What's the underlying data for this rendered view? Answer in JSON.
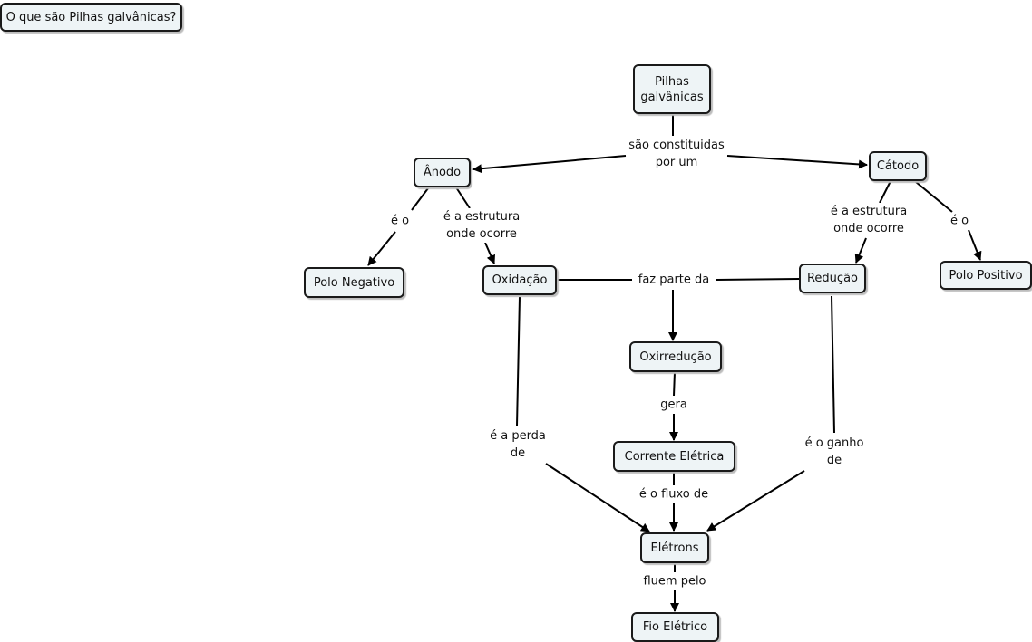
{
  "map_title": "O que são Pilhas galvânicas?",
  "concepts": {
    "pilhas": "Pilhas\ngalvânicas",
    "anodo": "Ânodo",
    "catodo": "Cátodo",
    "polo_negativo": "Polo Negativo",
    "polo_positivo": "Polo Positivo",
    "oxidacao": "Oxidação",
    "reducao": "Redução",
    "oxirreducao": "Oxirredução",
    "corrente": "Corrente Elétrica",
    "eletrons": "Elétrons",
    "fio": "Fio Elétrico"
  },
  "links": {
    "constituidas": "são constituidas\npor um",
    "anodo_e_o": "é o",
    "anodo_estrutura": "é a estrutura\nonde ocorre",
    "catodo_estrutura": "é a estrutura\nonde ocorre",
    "catodo_e_o": "é o",
    "faz_parte": "faz parte da",
    "gera": "gera",
    "perda": "é a perda\nde",
    "ganho": "é o ganho\nde",
    "fluxo": "é o fluxo de",
    "fluem": "fluem pelo"
  },
  "colors": {
    "node_fill": "#eef4f6",
    "stroke": "#1a1a1a"
  }
}
